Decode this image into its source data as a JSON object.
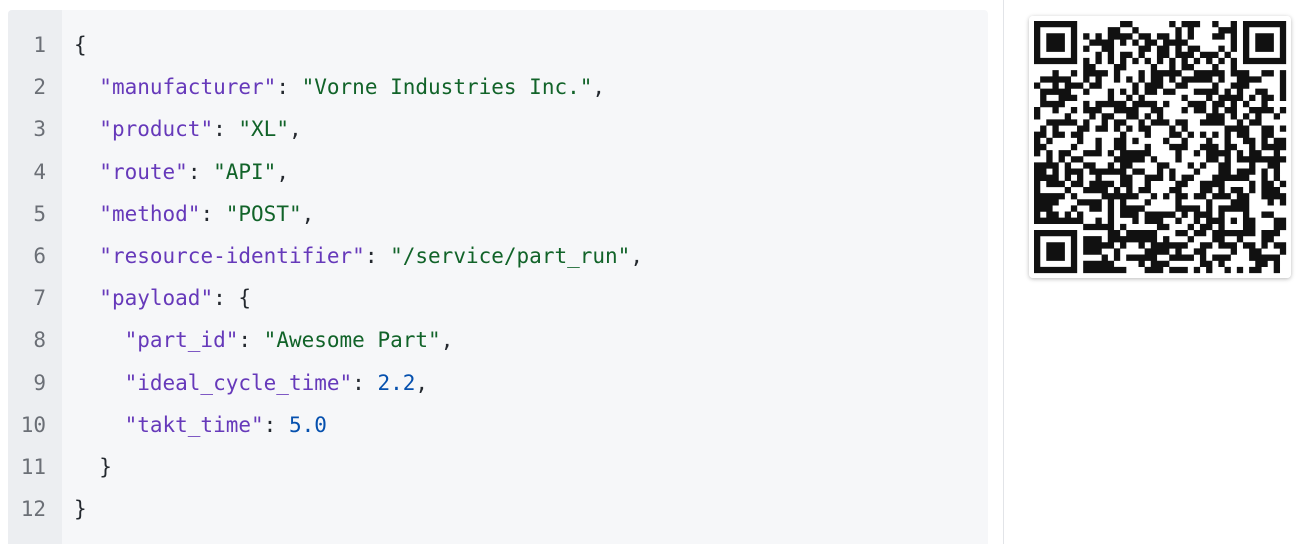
{
  "code_block": {
    "line_numbers": [
      "1",
      "2",
      "3",
      "4",
      "5",
      "6",
      "7",
      "8",
      "9",
      "10",
      "11",
      "12"
    ],
    "lines": [
      {
        "indent": "",
        "tokens": [
          {
            "t": "p",
            "v": "{"
          }
        ]
      },
      {
        "indent": "  ",
        "tokens": [
          {
            "t": "k",
            "v": "\"manufacturer\""
          },
          {
            "t": "p",
            "v": ": "
          },
          {
            "t": "s",
            "v": "\"Vorne Industries Inc.\""
          },
          {
            "t": "p",
            "v": ","
          }
        ]
      },
      {
        "indent": "  ",
        "tokens": [
          {
            "t": "k",
            "v": "\"product\""
          },
          {
            "t": "p",
            "v": ": "
          },
          {
            "t": "s",
            "v": "\"XL\""
          },
          {
            "t": "p",
            "v": ","
          }
        ]
      },
      {
        "indent": "  ",
        "tokens": [
          {
            "t": "k",
            "v": "\"route\""
          },
          {
            "t": "p",
            "v": ": "
          },
          {
            "t": "s",
            "v": "\"API\""
          },
          {
            "t": "p",
            "v": ","
          }
        ]
      },
      {
        "indent": "  ",
        "tokens": [
          {
            "t": "k",
            "v": "\"method\""
          },
          {
            "t": "p",
            "v": ": "
          },
          {
            "t": "s",
            "v": "\"POST\""
          },
          {
            "t": "p",
            "v": ","
          }
        ]
      },
      {
        "indent": "  ",
        "tokens": [
          {
            "t": "k",
            "v": "\"resource-identifier\""
          },
          {
            "t": "p",
            "v": ": "
          },
          {
            "t": "s",
            "v": "\"/service/part_run\""
          },
          {
            "t": "p",
            "v": ","
          }
        ]
      },
      {
        "indent": "  ",
        "tokens": [
          {
            "t": "k",
            "v": "\"payload\""
          },
          {
            "t": "p",
            "v": ": {"
          }
        ]
      },
      {
        "indent": "    ",
        "tokens": [
          {
            "t": "k",
            "v": "\"part_id\""
          },
          {
            "t": "p",
            "v": ": "
          },
          {
            "t": "s",
            "v": "\"Awesome Part\""
          },
          {
            "t": "p",
            "v": ","
          }
        ]
      },
      {
        "indent": "    ",
        "tokens": [
          {
            "t": "k",
            "v": "\"ideal_cycle_time\""
          },
          {
            "t": "p",
            "v": ": "
          },
          {
            "t": "n",
            "v": "2.2"
          },
          {
            "t": "p",
            "v": ","
          }
        ]
      },
      {
        "indent": "    ",
        "tokens": [
          {
            "t": "k",
            "v": "\"takt_time\""
          },
          {
            "t": "p",
            "v": ": "
          },
          {
            "t": "n",
            "v": "5.0"
          }
        ]
      },
      {
        "indent": "  ",
        "tokens": [
          {
            "t": "p",
            "v": "}"
          }
        ]
      },
      {
        "indent": "",
        "tokens": [
          {
            "t": "p",
            "v": "}"
          }
        ]
      }
    ]
  },
  "colors": {
    "key": "#6639ba",
    "string": "#116329",
    "number": "#0550ae",
    "punctuation": "#24292f",
    "line_number": "#6b6f76",
    "panel_background": "#f6f7f9",
    "gutter_background": "#eceef1"
  },
  "qr_code": {
    "icon": "qr-code-icon"
  }
}
